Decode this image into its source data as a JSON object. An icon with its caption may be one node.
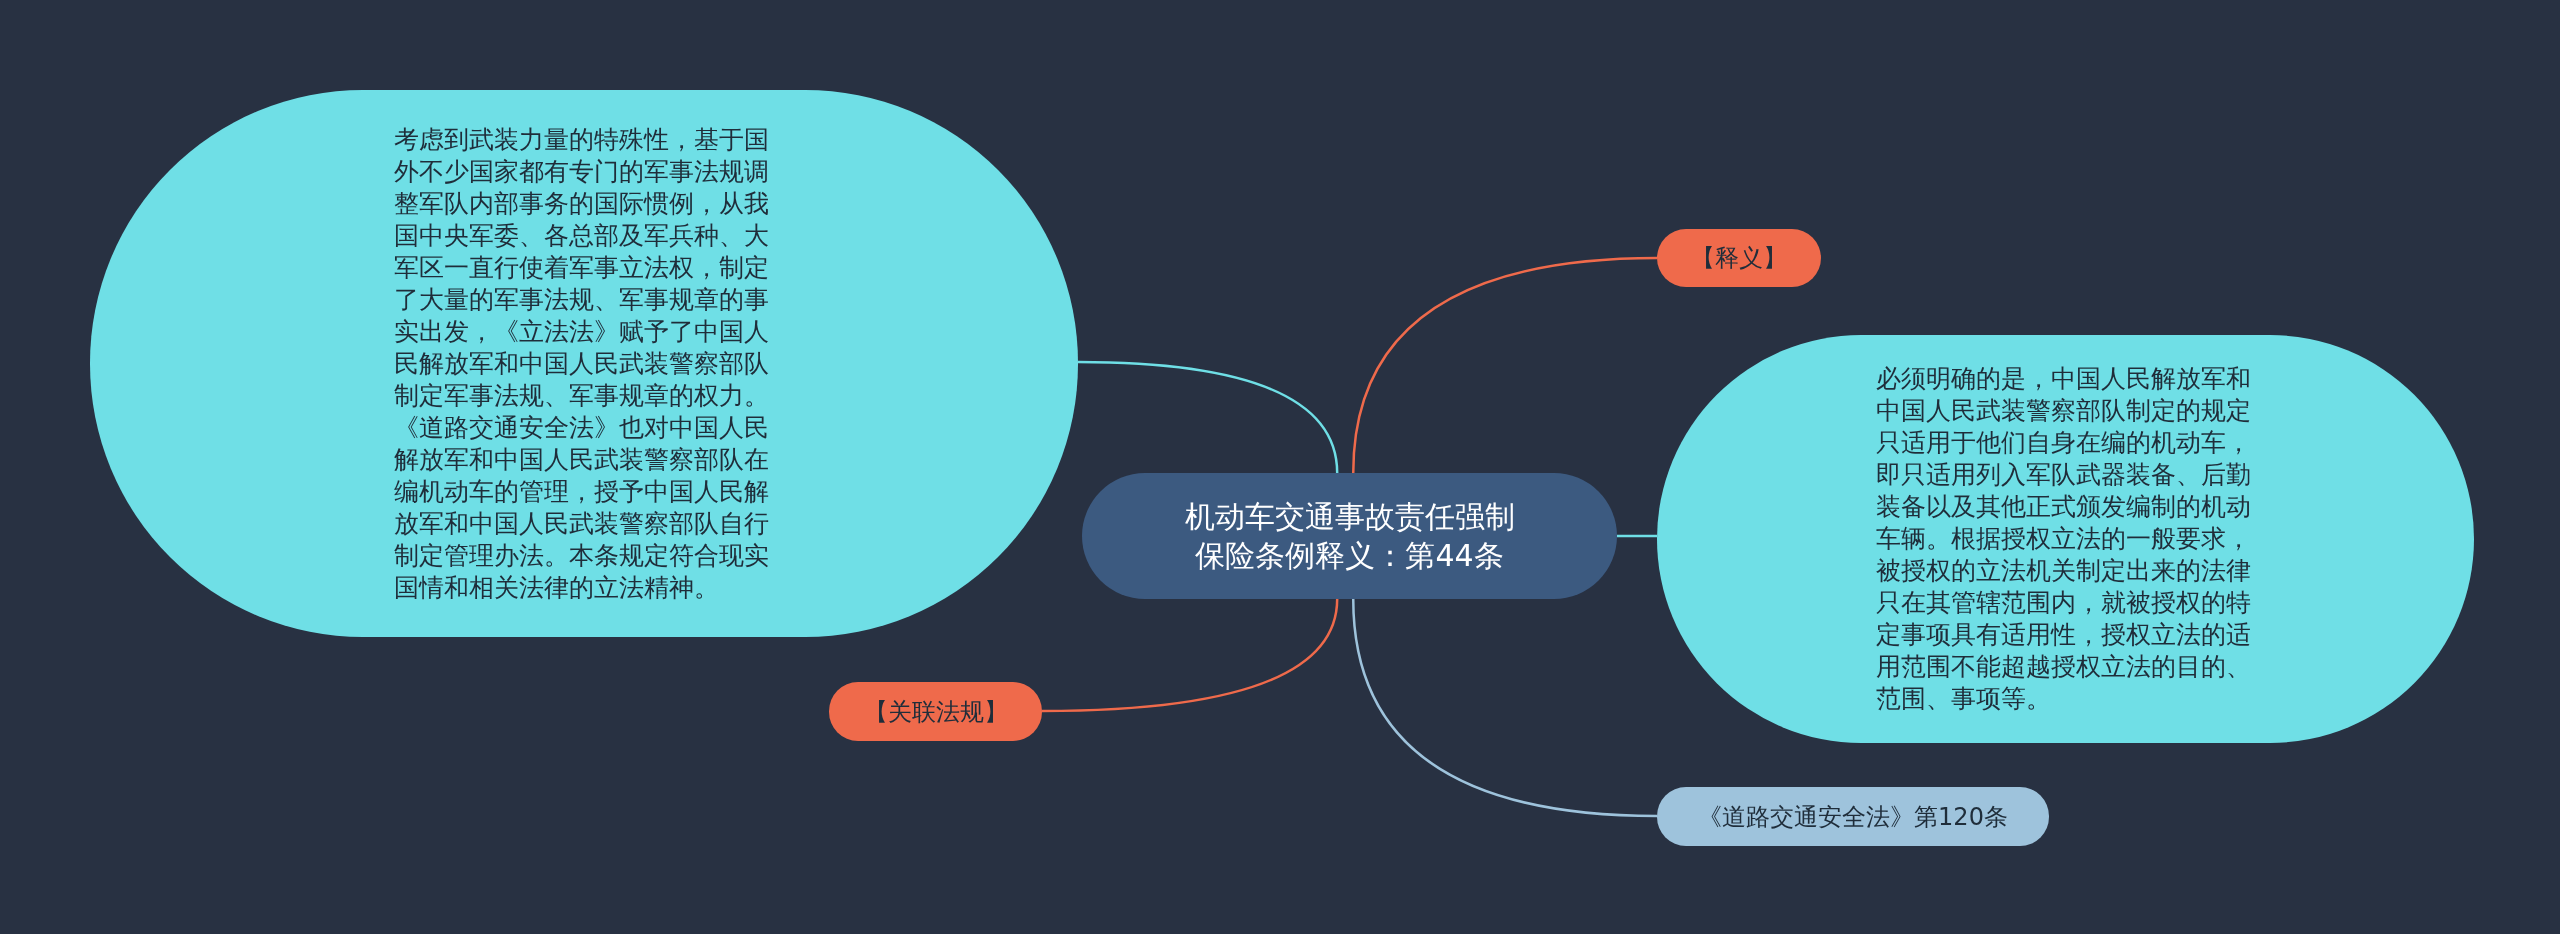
{
  "diagram": {
    "nodes": [
      {
        "text": [
          "机动车交通事故责任强制保险条例释义：第44条"
        ]
      },
      {
        "text": [
          "考虑到武装力量的特殊性，基于国外不少国家都有专门的军事法规调整军队内部事务的国际惯例，从我国中央军委、各总部及军兵种、大军区一直行使着军事立法权，制定了大量的军事法规、军事规章的事实出发，《立法法》赋予了中国人民解放军和中国人民武装警察部队制定军事法规、军事规章的权力。《道路交通安全法》也对中国人民解放军和中国人民武装警察部队在编机动车的管理，授予中国人民解放军和中国人民武装警察部队自行制定管理办法。本条规定符合现实国情和相关法律的立法精神。"
        ]
      },
      {
        "text": [
          "【释义】"
        ]
      },
      {
        "text": [
          "必须明确的是，中国人民解放军和中国人民武装警察部队制定的规定只适用于他们自身在编的机动车，即只适用列入军队武器装备、后勤装备以及其他正式颁发编制的机动车辆。根据授权立法的一般要求，被授权的立法机关制定出来的法律只在其管辖范围内，就被授权的特定事项具有适用性，授权立法的适用范围不能超越授权立法的目的、范围、事项等。"
        ]
      },
      {
        "text": [
          "【关联法规】"
        ]
      },
      {
        "text": [
          "《道路交通安全法》第120条"
        ]
      }
    ],
    "edges": [
      {
        "from": 0,
        "to": 1,
        "arrow": "none",
        "color": "#6fdfe6"
      },
      {
        "from": 0,
        "to": 2,
        "arrow": "none",
        "color": "#ef6a4b"
      },
      {
        "from": 0,
        "to": 3,
        "arrow": "none",
        "color": "#6fdfe6"
      },
      {
        "from": 0,
        "to": 4,
        "arrow": "none",
        "color": "#ef6a4b"
      },
      {
        "from": 0,
        "to": 5,
        "arrow": "none",
        "color": "#9ec3dc"
      }
    ]
  }
}
